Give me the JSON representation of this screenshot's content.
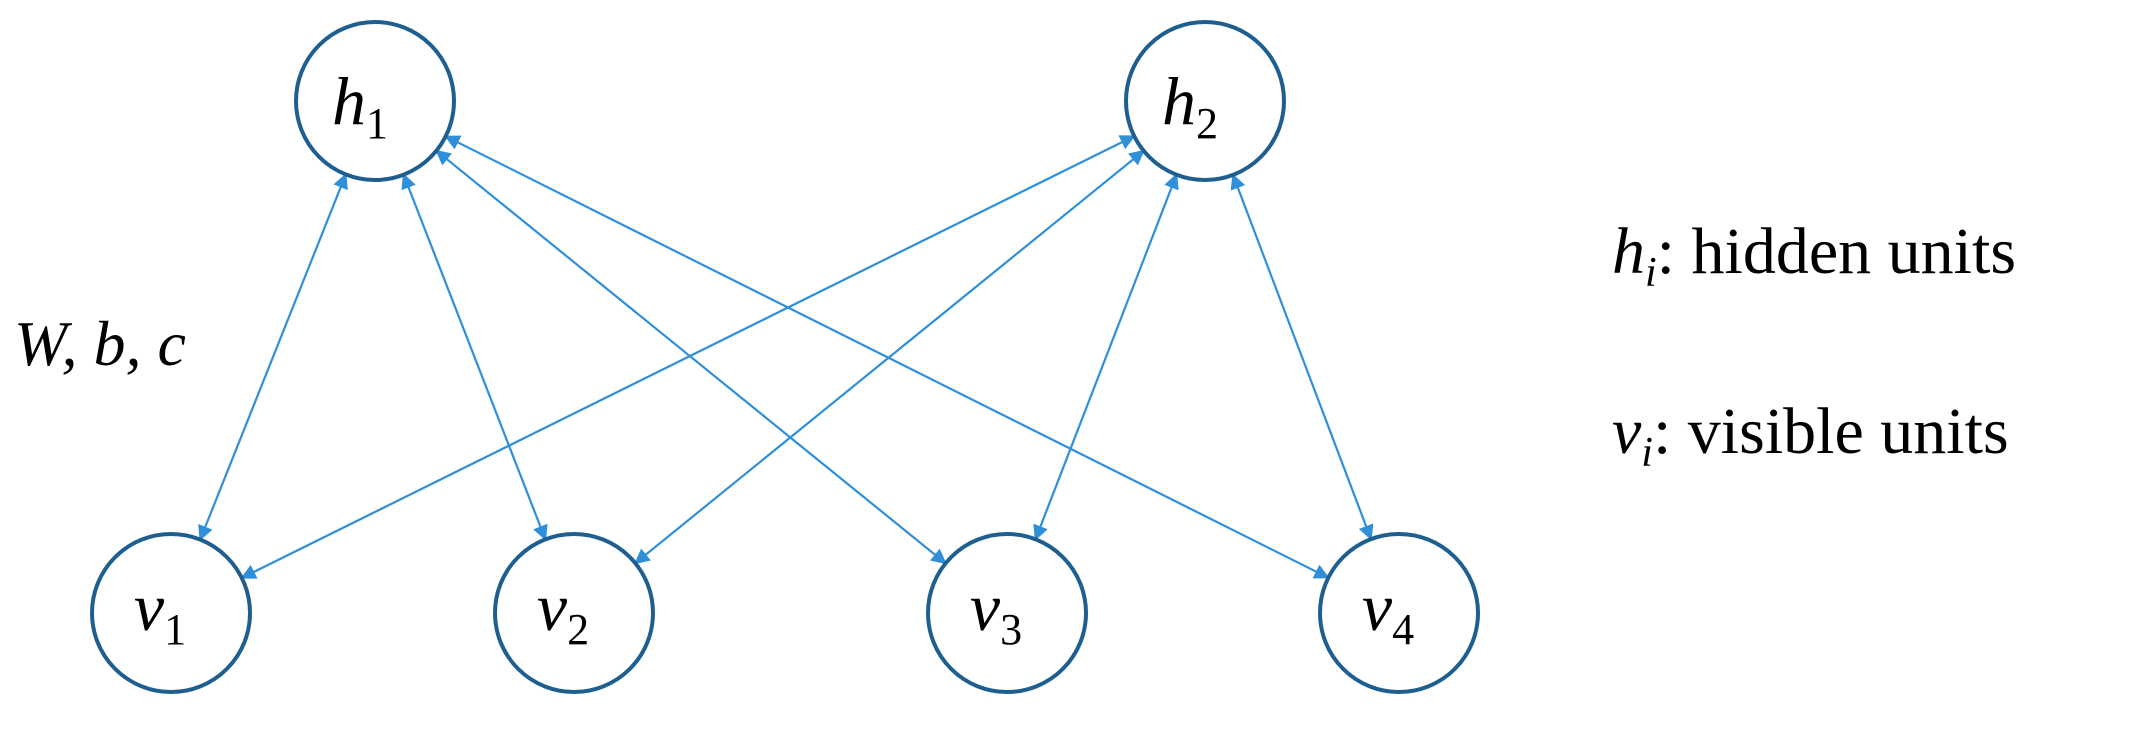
{
  "colors": {
    "edge": "#2f8fd8",
    "node_border": "#1f5f8f",
    "text": "#000000",
    "background": "#ffffff"
  },
  "nodes": {
    "h1": {
      "base": "h",
      "sub": "1"
    },
    "h2": {
      "base": "h",
      "sub": "2"
    },
    "v1": {
      "base": "v",
      "sub": "1"
    },
    "v2": {
      "base": "v",
      "sub": "2"
    },
    "v3": {
      "base": "v",
      "sub": "3"
    },
    "v4": {
      "base": "v",
      "sub": "4"
    }
  },
  "edges": [
    {
      "from": "h1",
      "to": "v1"
    },
    {
      "from": "h1",
      "to": "v2"
    },
    {
      "from": "h1",
      "to": "v3"
    },
    {
      "from": "h1",
      "to": "v4"
    },
    {
      "from": "h2",
      "to": "v1"
    },
    {
      "from": "h2",
      "to": "v2"
    },
    {
      "from": "h2",
      "to": "v3"
    },
    {
      "from": "h2",
      "to": "v4"
    }
  ],
  "params_label": "W, b, c",
  "legend": {
    "hidden": {
      "symbol": "h",
      "sub": "i",
      "text": ": hidden units"
    },
    "visible": {
      "symbol": "v",
      "sub": "i",
      "text": ": visible units"
    }
  }
}
